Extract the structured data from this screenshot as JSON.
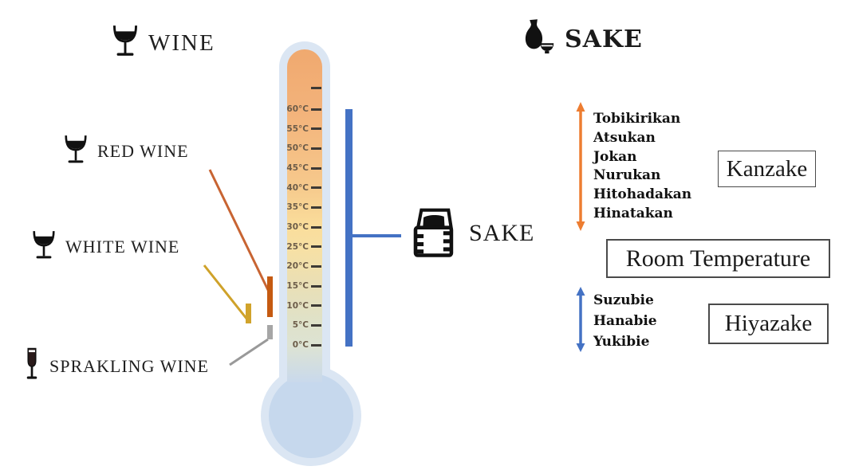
{
  "wine_section": {
    "title": "WINE",
    "items": [
      {
        "label": "RED WINE"
      },
      {
        "label": "WHITE WINE"
      },
      {
        "label": "SPRAKLING WINE"
      }
    ]
  },
  "thermometer": {
    "scale_labels": [
      "60°C",
      "55°C",
      "50°C",
      "45°C",
      "40°C",
      "35°C",
      "30°C",
      "25°C",
      "20°C",
      "15°C",
      "10°C",
      "5°C",
      "0°C"
    ]
  },
  "sake_pointer": {
    "label": "SAKE"
  },
  "sake_section": {
    "title": "SAKE",
    "kanzake": {
      "box_label": "Kanzake",
      "items": [
        "Tobikirikan",
        "Atsukan",
        "Jokan",
        "Nurukan",
        "Hitohadakan",
        "Hinatakan"
      ]
    },
    "room_temperature": {
      "box_label": "Room Temperature"
    },
    "hiyazake": {
      "box_label": "Hiyazake",
      "items": [
        "Suzubie",
        "Hanabie",
        "Yukibie"
      ]
    }
  },
  "colors": {
    "kanzake_arrow": "#ED7D31",
    "hiyazake_arrow": "#4472C4",
    "sake_range_line": "#4472C4",
    "red_wine_bar": "#C55A11",
    "white_wine_bar": "#D1A32B",
    "sparkling_wine_bar": "#A6A6A6"
  }
}
